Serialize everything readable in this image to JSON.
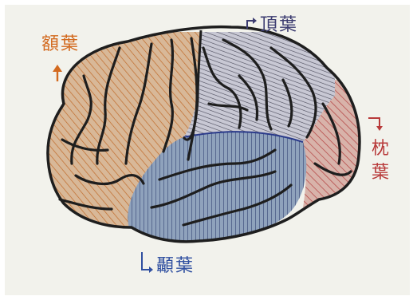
{
  "diagram": {
    "colors": {
      "paper": "#f2f2ec",
      "outline": "#1e1e1e",
      "frontal": "#d8b898",
      "frontal_hatch": "#c06a2a",
      "parietal": "#c8c8d4",
      "parietal_hatch": "#4a4a5a",
      "temporal": "#8fa2bc",
      "temporal_hatch": "#2a3a6a",
      "occipital": "#d8b3aa",
      "occipital_hatch": "#b03838",
      "label_frontal": "#d36a1f",
      "label_parietal": "#3c3c70",
      "label_temporal": "#2f4fa0",
      "label_occipital": "#b83a3a"
    },
    "labels": {
      "frontal": "額葉",
      "parietal": "頂葉",
      "temporal": "顳葉",
      "occipital": "枕葉"
    },
    "icons": {
      "frontal": "arrow-up-icon",
      "parietal": "bent-arrow-right-icon",
      "temporal": "bent-arrow-right-icon",
      "occipital": "bent-arrow-down-icon"
    }
  }
}
